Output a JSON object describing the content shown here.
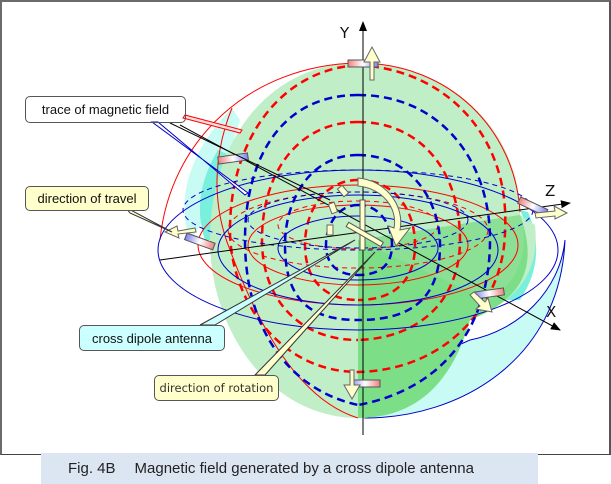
{
  "figure": {
    "caption_figure_number": "Fig. 4B",
    "caption_text": "Magnetic field generated by a cross dipole antenna"
  },
  "axes": {
    "x_label": "X",
    "y_label": "Y",
    "z_label": "Z"
  },
  "callouts": {
    "trace": {
      "label": "trace of magnetic field",
      "fill": "#ffffff"
    },
    "travel": {
      "label": "direction of travel",
      "fill": "#ffffcc"
    },
    "antenna": {
      "label": "cross dipole antenna",
      "fill": "#ccffff"
    },
    "rotation": {
      "label": "direction of rotation",
      "fill": "#ffffcc"
    }
  },
  "colors": {
    "red_field": "#ff0000",
    "blue_field": "#0000cc",
    "green_plane": "#c0eec6",
    "dark_green_plane": "#66d973",
    "cyan_surface": "#c8fbf4",
    "arrow_fill": "#ffffcc",
    "caption_bg": "#dce6f2"
  }
}
